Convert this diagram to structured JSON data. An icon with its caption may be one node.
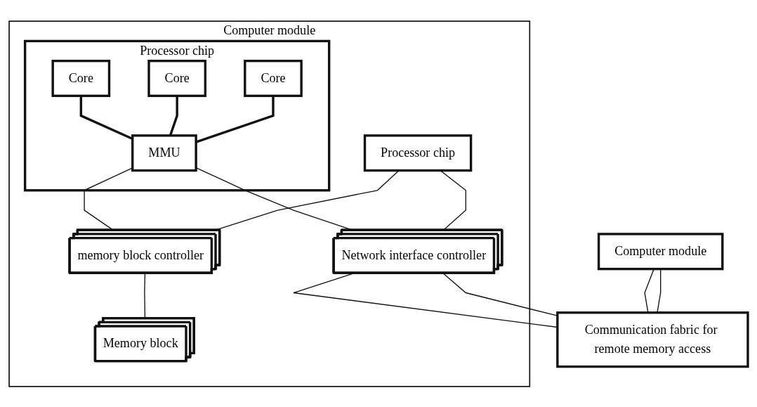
{
  "diagram": {
    "nodes": [
      {
        "text": [
          "Computer module"
        ]
      },
      {
        "text": [
          "Processor chip"
        ],
        "in": 0
      },
      {
        "text": [
          "Core"
        ],
        "in": 1
      },
      {
        "text": [
          "Core"
        ],
        "in": 1
      },
      {
        "text": [
          "Core"
        ],
        "in": 1
      },
      {
        "text": [
          "MMU"
        ],
        "in": 1
      },
      {
        "text": [
          "Processor chip"
        ],
        "in": 0
      },
      {
        "text": [
          "memory block controller"
        ],
        "in": 0
      },
      {
        "text": [
          "Memory block"
        ],
        "in": 0
      },
      {
        "text": [
          "Network interface controller"
        ],
        "in": 0
      },
      {
        "text": [
          "Computer module"
        ]
      },
      {
        "text": [
          "Communication fabric for remote memory access"
        ]
      }
    ],
    "edges": [
      {
        "from": 2,
        "to": 5,
        "arrow": "none",
        "style": "thick"
      },
      {
        "from": 3,
        "to": 5,
        "arrow": "none",
        "style": "thick"
      },
      {
        "from": 4,
        "to": 5,
        "arrow": "none",
        "style": "thick"
      },
      {
        "from": 5,
        "to": 9,
        "arrow": "none"
      },
      {
        "from": 5,
        "to": 7,
        "arrow": "none"
      },
      {
        "from": 6,
        "to": 9,
        "arrow": "none"
      },
      {
        "from": 6,
        "to": 7,
        "arrow": "none"
      },
      {
        "from": 7,
        "to": 8,
        "arrow": "none"
      },
      {
        "from": 9,
        "to": 11,
        "arrow": "none"
      },
      {
        "from": 9,
        "to": 11,
        "arrow": "none"
      },
      {
        "from": 10,
        "to": 11,
        "arrow": "none"
      },
      {
        "from": 10,
        "to": 11,
        "arrow": "none"
      }
    ]
  }
}
